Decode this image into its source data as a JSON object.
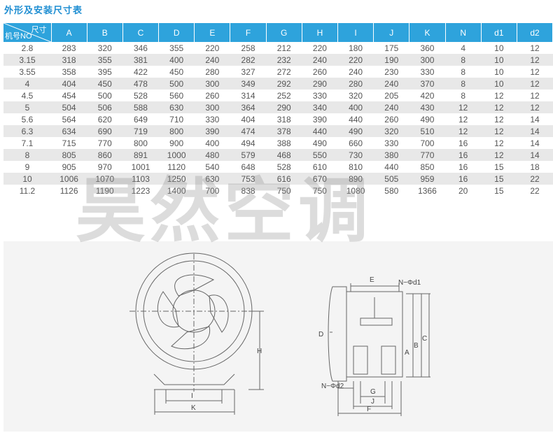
{
  "title": "外形及安装尺寸表",
  "table": {
    "corner_top": "尺寸",
    "corner_bottom": "机号NO",
    "headers": [
      "A",
      "B",
      "C",
      "D",
      "E",
      "F",
      "G",
      "H",
      "I",
      "J",
      "K",
      "N",
      "d1",
      "d2"
    ],
    "rows": [
      [
        "2.8",
        "283",
        "320",
        "346",
        "355",
        "220",
        "258",
        "212",
        "220",
        "180",
        "175",
        "360",
        "4",
        "10",
        "12"
      ],
      [
        "3.15",
        "318",
        "355",
        "381",
        "400",
        "240",
        "282",
        "232",
        "240",
        "220",
        "190",
        "300",
        "8",
        "10",
        "12"
      ],
      [
        "3.55",
        "358",
        "395",
        "422",
        "450",
        "280",
        "327",
        "272",
        "260",
        "240",
        "230",
        "330",
        "8",
        "10",
        "12"
      ],
      [
        "4",
        "404",
        "450",
        "478",
        "500",
        "300",
        "349",
        "292",
        "290",
        "280",
        "240",
        "370",
        "8",
        "10",
        "12"
      ],
      [
        "4.5",
        "454",
        "500",
        "528",
        "560",
        "260",
        "314",
        "252",
        "330",
        "320",
        "205",
        "420",
        "8",
        "12",
        "12"
      ],
      [
        "5",
        "504",
        "506",
        "588",
        "630",
        "300",
        "364",
        "290",
        "340",
        "400",
        "240",
        "430",
        "12",
        "12",
        "12"
      ],
      [
        "5.6",
        "564",
        "620",
        "649",
        "710",
        "330",
        "404",
        "318",
        "390",
        "440",
        "260",
        "490",
        "12",
        "12",
        "14"
      ],
      [
        "6.3",
        "634",
        "690",
        "719",
        "800",
        "390",
        "474",
        "378",
        "440",
        "490",
        "320",
        "510",
        "12",
        "12",
        "14"
      ],
      [
        "7.1",
        "715",
        "770",
        "800",
        "900",
        "400",
        "494",
        "388",
        "490",
        "660",
        "330",
        "700",
        "16",
        "12",
        "14"
      ],
      [
        "8",
        "805",
        "860",
        "891",
        "1000",
        "480",
        "579",
        "468",
        "550",
        "730",
        "380",
        "770",
        "16",
        "12",
        "14"
      ],
      [
        "9",
        "905",
        "970",
        "1001",
        "1120",
        "540",
        "648",
        "528",
        "610",
        "810",
        "440",
        "850",
        "16",
        "15",
        "18"
      ],
      [
        "10",
        "1006",
        "1070",
        "1103",
        "1250",
        "630",
        "753",
        "616",
        "670",
        "890",
        "505",
        "959",
        "16",
        "15",
        "22"
      ],
      [
        "11.2",
        "1126",
        "1190",
        "1223",
        "1400",
        "700",
        "838",
        "750",
        "750",
        "1080",
        "580",
        "1366",
        "20",
        "15",
        "22"
      ]
    ]
  },
  "watermark": "昊然空调",
  "drawing_labels": {
    "front": {
      "H": "H",
      "I": "I",
      "K": "K"
    },
    "side": {
      "E": "E",
      "N_d1": "N−Φd1",
      "D": "D",
      "A": "A",
      "B": "B",
      "C": "C",
      "N_d2": "N−Φd2",
      "G": "G",
      "J": "J",
      "F": "F"
    }
  }
}
